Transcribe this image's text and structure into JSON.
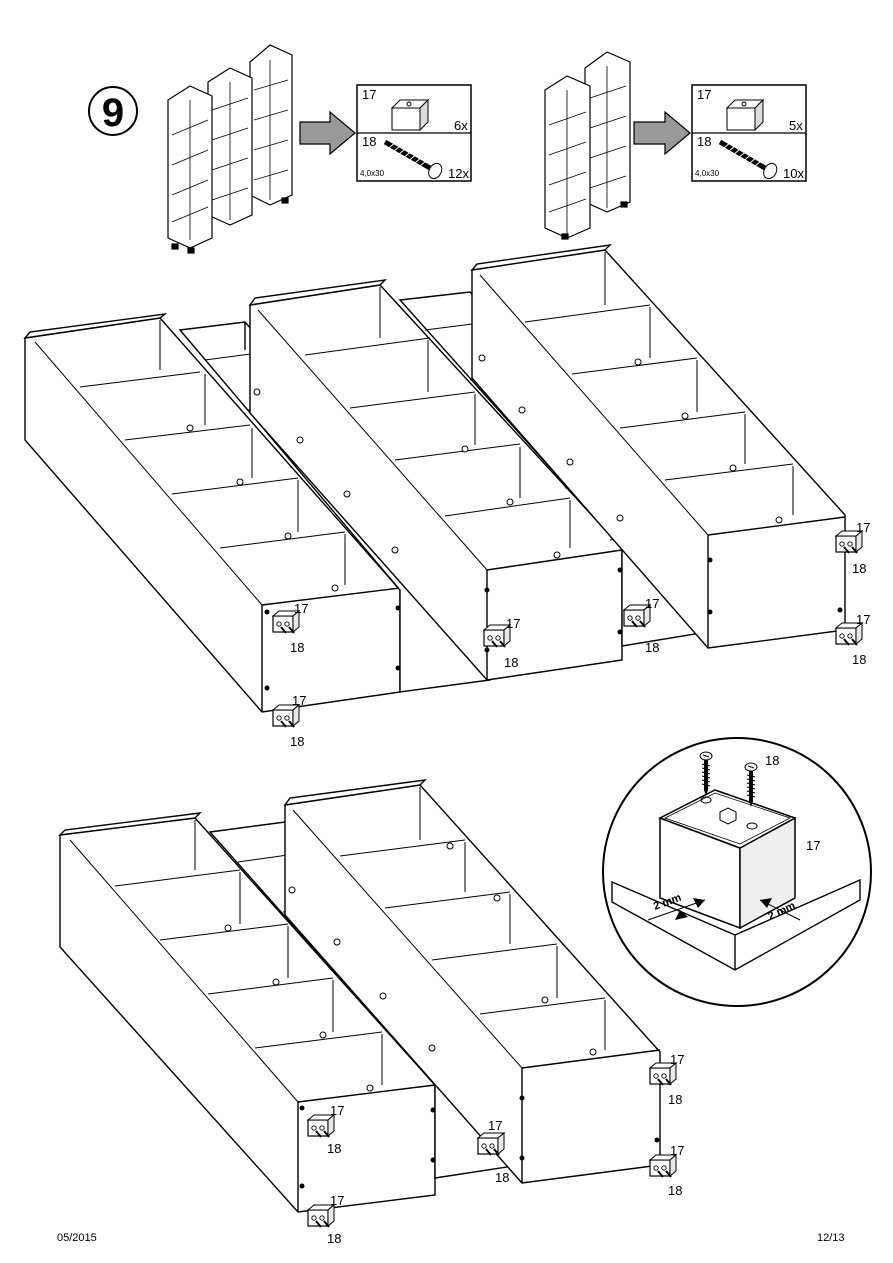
{
  "step": {
    "number": "9"
  },
  "parts_box_1": {
    "part_a": {
      "id": "17",
      "qty": "6x"
    },
    "part_b": {
      "id": "18",
      "qty": "12x",
      "size": "4,0x30"
    }
  },
  "parts_box_2": {
    "part_a": {
      "id": "17",
      "qty": "5x"
    },
    "part_b": {
      "id": "18",
      "qty": "10x",
      "size": "4,0x30"
    }
  },
  "callouts": {
    "bracket_id": "17",
    "screw_id": "18"
  },
  "detail": {
    "screw_id": "18",
    "bracket_id": "17",
    "gap_left": "2 mm",
    "gap_right": "2 mm"
  },
  "footer": {
    "date": "05/2015",
    "page": "12/13"
  }
}
